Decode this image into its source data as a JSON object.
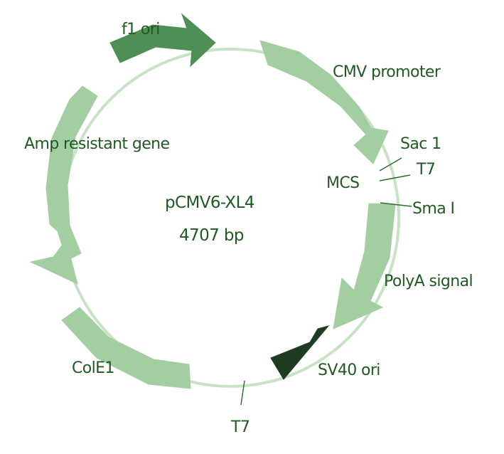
{
  "plasmid": {
    "name": "pCMV6-XL4",
    "size": "4707 bp"
  },
  "features": {
    "f1_ori": "f1 ori",
    "cmv_promoter": "CMV promoter",
    "mcs": "MCS",
    "polya_signal": "PolyA signal",
    "sv40_ori": "SV40 ori",
    "cole1": "ColE1",
    "amp_resistant_gene": "Amp resistant gene"
  },
  "sites": {
    "sac1": "Sac 1",
    "t7_mcs": "T7",
    "sma1": "Sma I",
    "t7_bottom": "T7"
  },
  "colors": {
    "backbone": "#c7e2c4",
    "light_feature": "#a2ceA2",
    "medium_feature": "#4f8f55",
    "dark_feature": "#1f3c23",
    "text": "#1f5a24"
  }
}
